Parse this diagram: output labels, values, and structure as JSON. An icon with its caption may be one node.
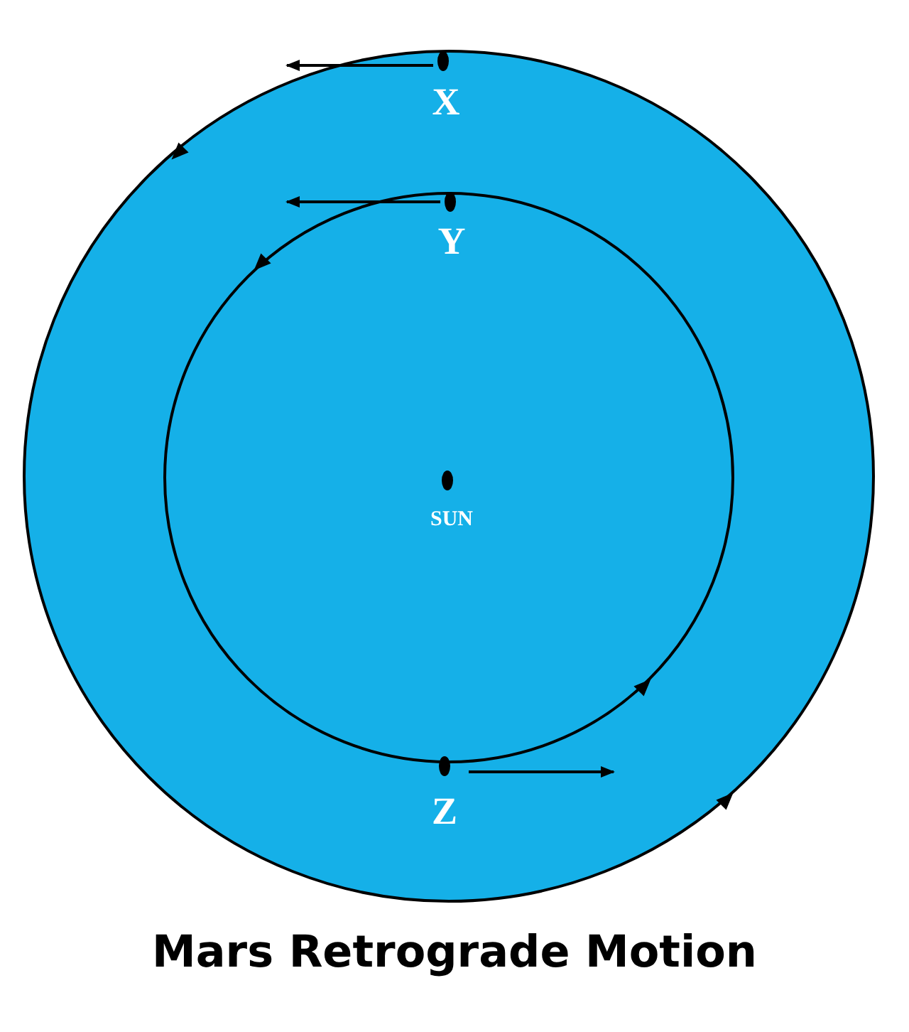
{
  "diagram": {
    "caption": "Mars Retrograde Motion",
    "labels": [
      "X",
      "Y",
      "SUN",
      "Z"
    ]
  }
}
